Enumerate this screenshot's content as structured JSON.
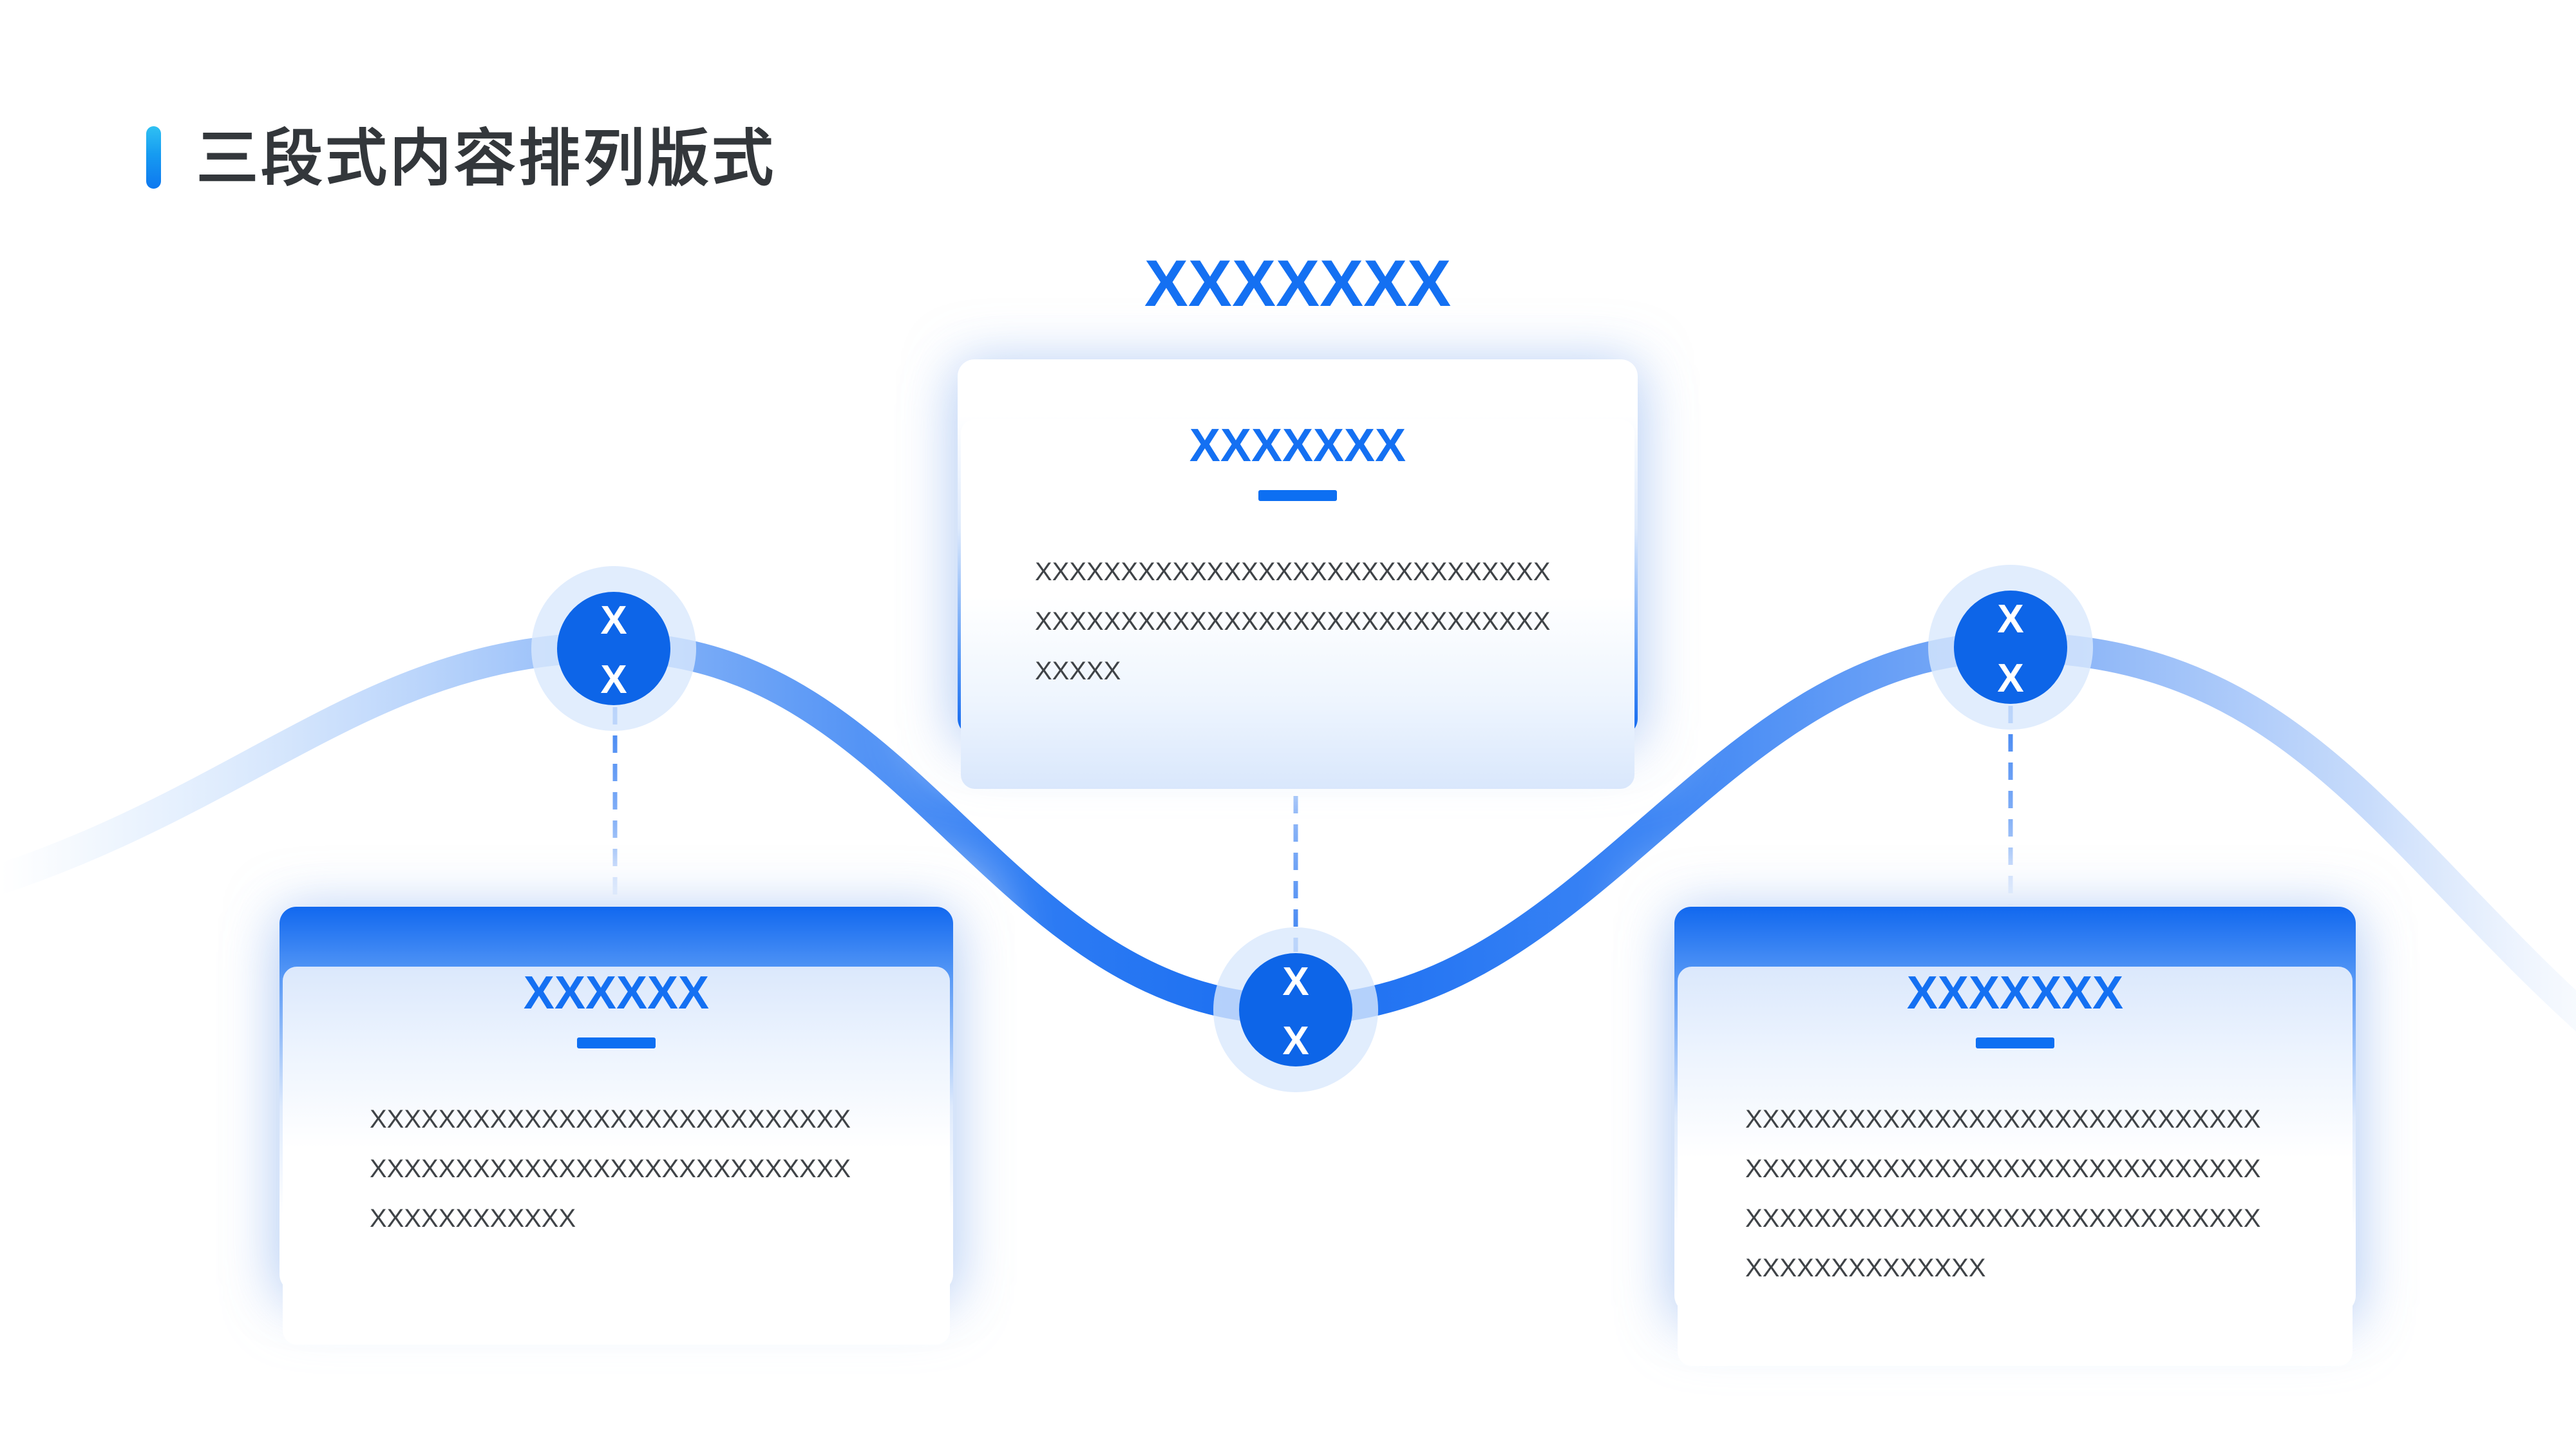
{
  "page_title": {
    "text": "三段式内容排列版式"
  },
  "top_heading": "XXXXXXX",
  "cards": {
    "left": {
      "heading": "XXXXXX",
      "body": [
        "XXXXXXXXXXXXXXXXXXXXXXXXXXXX",
        "XXXXXXXXXXXXXXXXXXXXXXXXXXXX",
        "XXXXXXXXXXXX"
      ]
    },
    "center": {
      "heading": "XXXXXXX",
      "body": [
        "XXXXXXXXXXXXXXXXXXXXXXXXXXXXXX",
        "XXXXXXXXXXXXXXXXXXXXXXXXXXXXXX",
        "XXXXX"
      ]
    },
    "right": {
      "heading": "XXXXXXX",
      "body": [
        "XXXXXXXXXXXXXXXXXXXXXXXXXXXXXX",
        "XXXXXXXXXXXXXXXXXXXXXXXXXXXXXX",
        "XXXXXXXXXXXXXXXXXXXXXXXXXXXXXX",
        "XXXXXXXXXXXXXX"
      ]
    }
  },
  "nodes": {
    "left": {
      "line1": "X",
      "line2": "X"
    },
    "center": {
      "line1": "X",
      "line2": "X"
    },
    "right": {
      "line1": "X",
      "line2": "X"
    }
  },
  "colors": {
    "accent": "#1470f2",
    "node_fill": "#0d65e8",
    "wave_dark": "#1a6ef2",
    "halo": "#dce9fc",
    "body_text": "#3f4347",
    "title_text": "#33373b",
    "pill_gradient_top": "#2fc1f2",
    "pill_gradient_bottom": "#0e78f0"
  }
}
